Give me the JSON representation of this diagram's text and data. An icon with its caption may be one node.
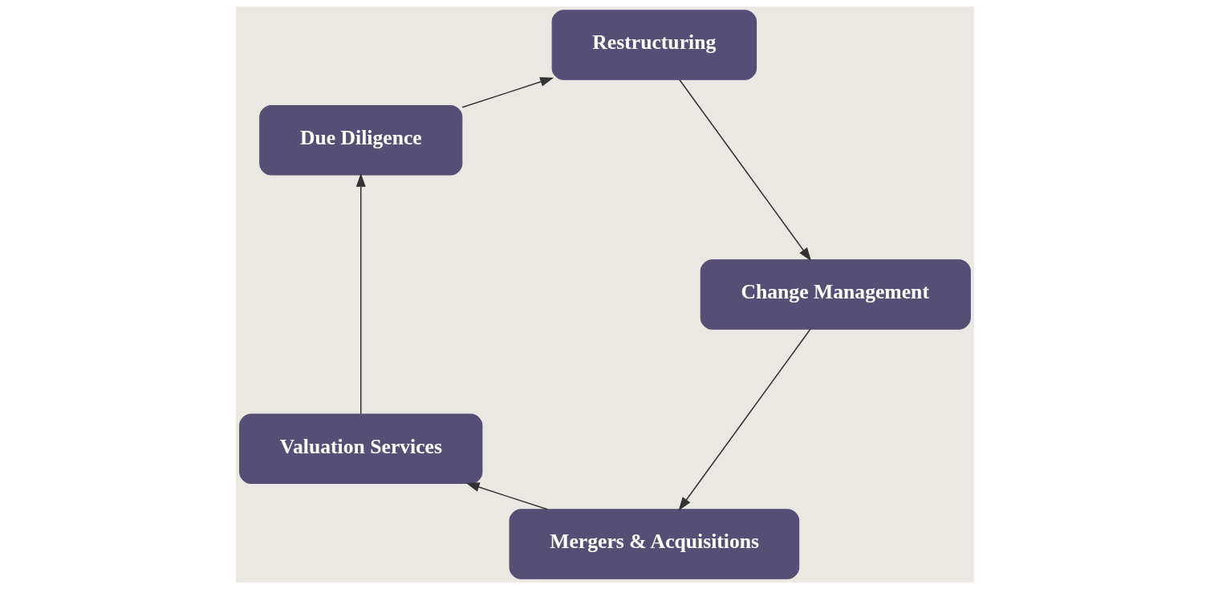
{
  "diagram": {
    "nodes": [
      {
        "text": [
          "Mergers & Acquisitions"
        ]
      },
      {
        "text": [
          "Valuation Services"
        ]
      },
      {
        "text": [
          "Due Diligence"
        ]
      },
      {
        "text": [
          "Restructuring"
        ]
      },
      {
        "text": [
          "Change Management"
        ]
      }
    ],
    "edges": [
      {
        "from": 0,
        "to": 1,
        "arrow": "to"
      },
      {
        "from": 1,
        "to": 2,
        "arrow": "to"
      },
      {
        "from": 2,
        "to": 3,
        "arrow": "to"
      },
      {
        "from": 3,
        "to": 4,
        "arrow": "to"
      },
      {
        "from": 4,
        "to": 0,
        "arrow": "to"
      }
    ]
  }
}
